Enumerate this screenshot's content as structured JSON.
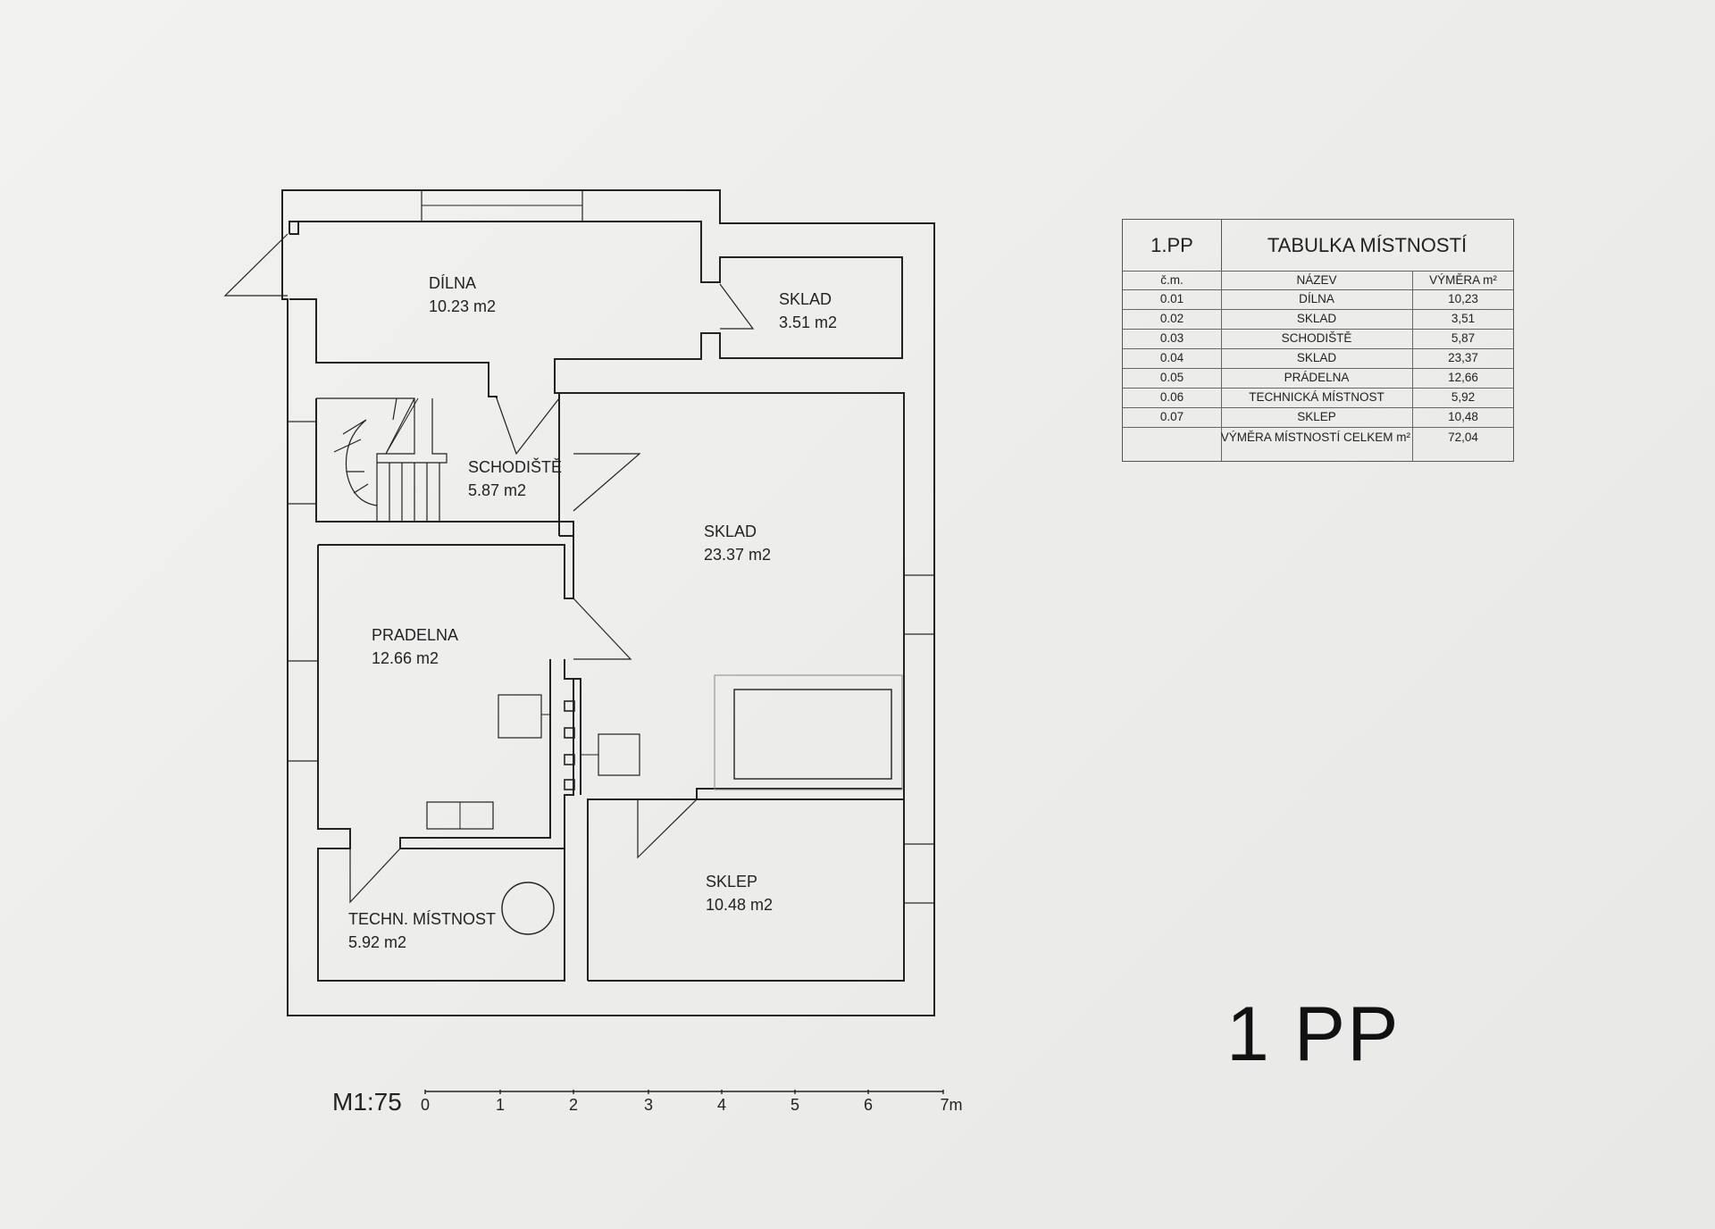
{
  "rooms": [
    {
      "name": "DÍLNA",
      "area": "10.23 m2"
    },
    {
      "name": "SKLAD",
      "area": "3.51 m2"
    },
    {
      "name": "SCHODIŠTĚ",
      "area": "5.87 m2"
    },
    {
      "name": "SKLAD",
      "area": "23.37 m2"
    },
    {
      "name": "PRADELNA",
      "area": "12.66 m2"
    },
    {
      "name": "TECHN. MÍSTNOST",
      "area": "5.92 m2"
    },
    {
      "name": "SKLEP",
      "area": "10.48 m2"
    }
  ],
  "table": {
    "floor": "1.PP",
    "title": "TABULKA MÍSTNOSTÍ",
    "headers": [
      "č.m.",
      "NÁZEV",
      "VÝMĚRA m²"
    ],
    "rows": [
      [
        "0.01",
        "DÍLNA",
        "10,23"
      ],
      [
        "0.02",
        "SKLAD",
        "3,51"
      ],
      [
        "0.03",
        "SCHODIŠTĚ",
        "5,87"
      ],
      [
        "0.04",
        "SKLAD",
        "23,37"
      ],
      [
        "0.05",
        "PRÁDELNA",
        "12,66"
      ],
      [
        "0.06",
        "TECHNICKÁ MÍSTNOST",
        "5,92"
      ],
      [
        "0.07",
        "SKLEP",
        "10,48"
      ]
    ],
    "total_label": "VÝMĚRA MÍSTNOSTÍ CELKEM m²",
    "total_value": "72,04"
  },
  "floor_title": "1 PP",
  "scale": {
    "label": "M1:75",
    "ticks": [
      "0",
      "1",
      "2",
      "3",
      "4",
      "5",
      "6",
      "7m"
    ]
  }
}
